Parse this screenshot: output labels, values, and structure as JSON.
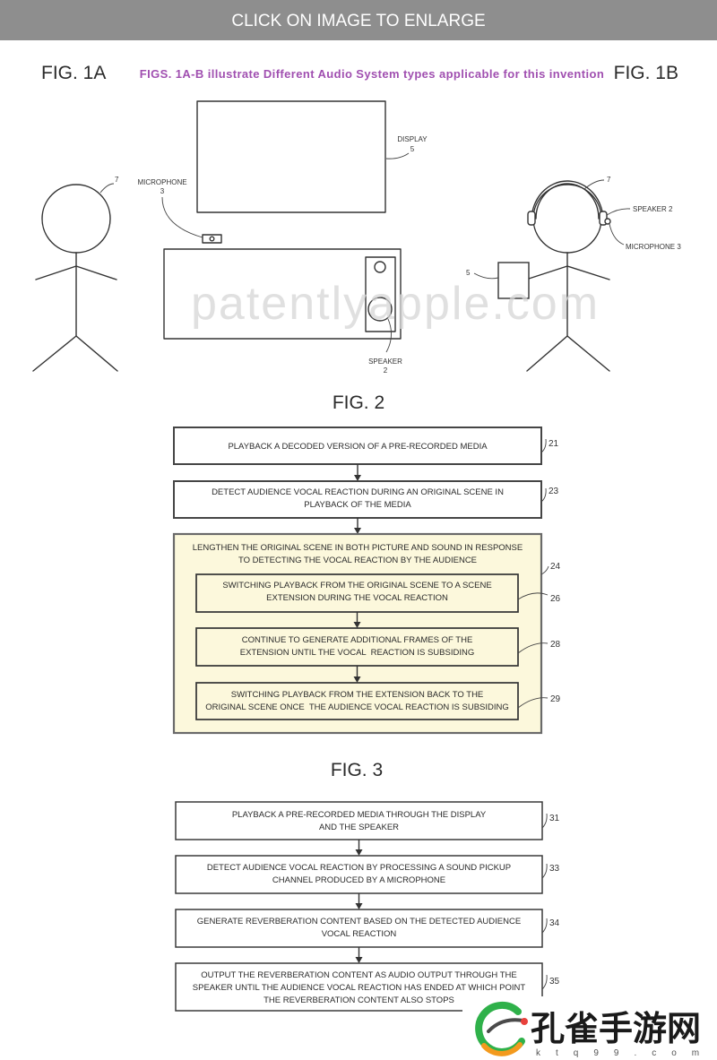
{
  "banner": {
    "text": "CLICK ON IMAGE TO ENLARGE"
  },
  "header": {
    "fig1a_label": "FIG. 1A",
    "caption": "FIGS. 1A-B illustrate Different Audio System types applicable for this invention",
    "fig1b_label": "FIG. 1B"
  },
  "fig1a": {
    "display": {
      "label": "DISPLAY",
      "ref": "5"
    },
    "microphone": {
      "label": "MICROPHONE",
      "ref": "3"
    },
    "speaker": {
      "label": "SPEAKER",
      "ref": "2"
    },
    "person_ref": "7"
  },
  "fig1b": {
    "person_ref": "7",
    "speaker_label": "SPEAKER 2",
    "microphone_label": "MICROPHONE 3",
    "device_ref": "5"
  },
  "watermark": "patentlyapple.com",
  "fig2": {
    "title": "FIG. 2",
    "steps": [
      {
        "ref": "21",
        "lines": [
          "PLAYBACK A DECODED VERSION OF A PRE-RECORDED MEDIA"
        ]
      },
      {
        "ref": "23",
        "lines": [
          "DETECT AUDIENCE VOCAL REACTION DURING AN ORIGINAL SCENE IN",
          "PLAYBACK OF THE MEDIA"
        ]
      }
    ],
    "group": {
      "ref": "24",
      "lines": [
        "LENGTHEN THE ORIGINAL SCENE IN BOTH PICTURE AND SOUND IN RESPONSE",
        "TO DETECTING THE VOCAL REACTION BY THE AUDIENCE"
      ],
      "substeps": [
        {
          "ref": "26",
          "lines": [
            "SWITCHING PLAYBACK FROM THE ORIGINAL SCENE TO A SCENE",
            "EXTENSION DURING THE VOCAL REACTION"
          ]
        },
        {
          "ref": "28",
          "lines": [
            "CONTINUE TO GENERATE ADDITIONAL FRAMES OF THE",
            "EXTENSION UNTIL THE VOCAL  REACTION IS SUBSIDING"
          ]
        },
        {
          "ref": "29",
          "lines": [
            "SWITCHING PLAYBACK FROM THE EXTENSION BACK TO THE",
            "ORIGINAL SCENE ONCE  THE AUDIENCE VOCAL REACTION IS SUBSIDING"
          ]
        }
      ]
    }
  },
  "fig3": {
    "title": "FIG. 3",
    "steps": [
      {
        "ref": "31",
        "lines": [
          "PLAYBACK A PRE-RECORDED MEDIA THROUGH THE DISPLAY",
          "AND THE SPEAKER"
        ]
      },
      {
        "ref": "33",
        "lines": [
          "DETECT AUDIENCE VOCAL REACTION BY PROCESSING A SOUND PICKUP",
          "CHANNEL PRODUCED BY A MICROPHONE"
        ]
      },
      {
        "ref": "34",
        "lines": [
          "GENERATE REVERBERATION CONTENT BASED ON THE DETECTED AUDIENCE",
          "VOCAL REACTION"
        ]
      },
      {
        "ref": "35",
        "lines": [
          "OUTPUT THE REVERBERATION CONTENT AS AUDIO OUTPUT THROUGH THE",
          "SPEAKER UNTIL THE AUDIENCE VOCAL REACTION HAS ENDED AT WHICH POINT",
          "THE REVERBERATION CONTENT ALSO STOPS"
        ]
      }
    ]
  },
  "site_logo": {
    "name": "孔雀手游网",
    "domain": "ktq99.com",
    "icon": "peacock-swirl-icon"
  },
  "colors": {
    "banner": "#8e8e8e",
    "caption": "#a04fb0",
    "group_fill": "#fcf8dc",
    "line": "#333333",
    "watermark": "#d6d6d6"
  }
}
